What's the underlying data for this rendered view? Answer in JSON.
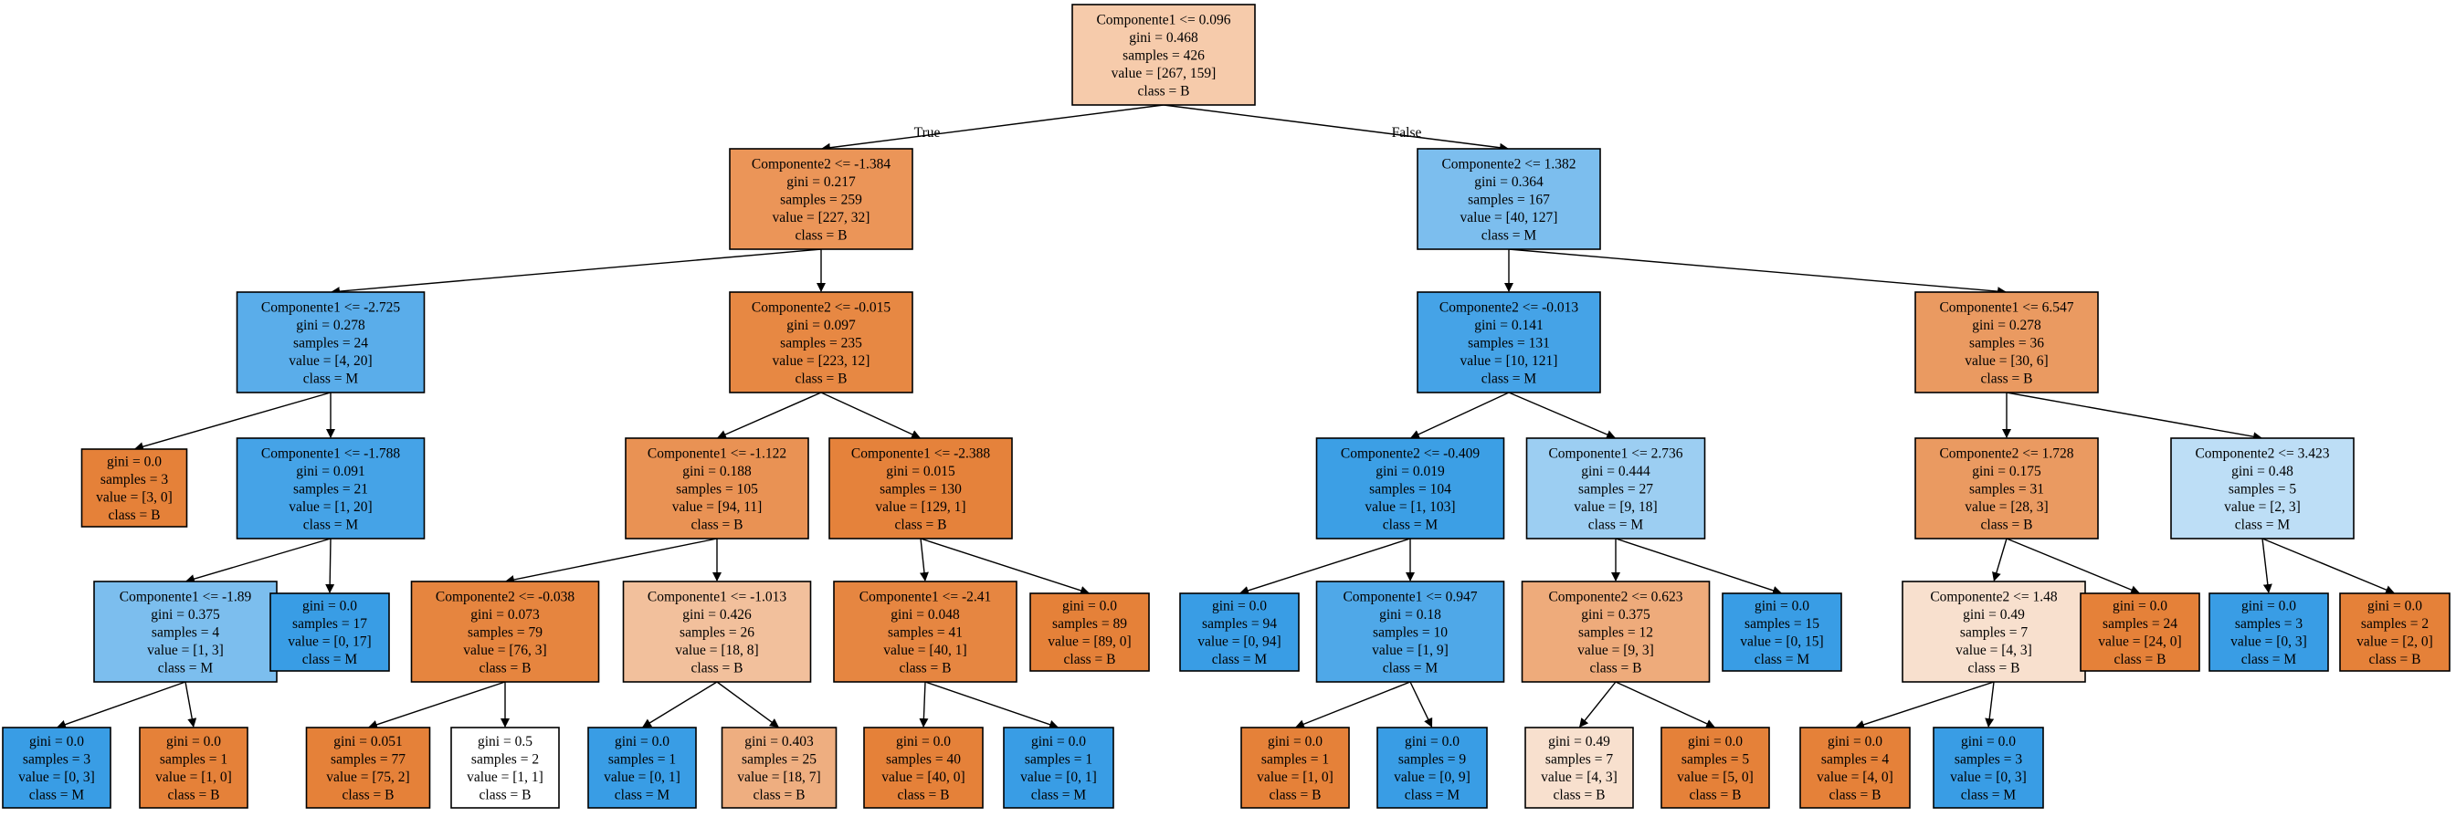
{
  "tree": {
    "edge_labels": {
      "true_label": "True",
      "false_label": "False"
    },
    "nodes": [
      {
        "id": "n0",
        "color": "#f6cbab",
        "lines": [
          "Componente1 <= 0.096",
          "gini = 0.468",
          "samples = 426",
          "value = [267, 159]",
          "class = B"
        ]
      },
      {
        "id": "n1",
        "color": "#eb9558",
        "lines": [
          "Componente2 <= -1.384",
          "gini = 0.217",
          "samples = 259",
          "value = [227, 32]",
          "class = B"
        ]
      },
      {
        "id": "n2",
        "color": "#7cbeee",
        "lines": [
          "Componente2 <= 1.382",
          "gini = 0.364",
          "samples = 167",
          "value = [40, 127]",
          "class = M"
        ]
      },
      {
        "id": "n3",
        "color": "#5aadea",
        "lines": [
          "Componente1 <= -2.725",
          "gini = 0.278",
          "samples = 24",
          "value = [4, 20]",
          "class = M"
        ]
      },
      {
        "id": "n4",
        "color": "#e78843",
        "lines": [
          "Componente2 <= -0.015",
          "gini = 0.097",
          "samples = 235",
          "value = [223, 12]",
          "class = B"
        ]
      },
      {
        "id": "n5",
        "color": "#45a3e7",
        "lines": [
          "Componente2 <= -0.013",
          "gini = 0.141",
          "samples = 131",
          "value = [10, 121]",
          "class = M"
        ]
      },
      {
        "id": "n6",
        "color": "#ea9a61",
        "lines": [
          "Componente1 <= 6.547",
          "gini = 0.278",
          "samples = 36",
          "value = [30, 6]",
          "class = B"
        ]
      },
      {
        "id": "n7",
        "color": "#e58139",
        "lines": [
          "gini = 0.0",
          "samples = 3",
          "value = [3, 0]",
          "class = B"
        ]
      },
      {
        "id": "n8",
        "color": "#45a3e7",
        "lines": [
          "Componente1 <= -1.788",
          "gini = 0.091",
          "samples = 21",
          "value = [1, 20]",
          "class = M"
        ]
      },
      {
        "id": "n9",
        "color": "#e99254",
        "lines": [
          "Componente1 <= -1.122",
          "gini = 0.188",
          "samples = 105",
          "value = [94, 11]",
          "class = B"
        ]
      },
      {
        "id": "n10",
        "color": "#e5823b",
        "lines": [
          "Componente1 <= -2.388",
          "gini = 0.015",
          "samples = 130",
          "value = [129, 1]",
          "class = B"
        ]
      },
      {
        "id": "n11",
        "color": "#3c9fe5",
        "lines": [
          "Componente2 <= -0.409",
          "gini = 0.019",
          "samples = 104",
          "value = [1, 103]",
          "class = M"
        ]
      },
      {
        "id": "n12",
        "color": "#9ccef2",
        "lines": [
          "Componente1 <= 2.736",
          "gini = 0.444",
          "samples = 27",
          "value = [9, 18]",
          "class = M"
        ]
      },
      {
        "id": "n13",
        "color": "#ea9a61",
        "lines": [
          "Componente2 <= 1.728",
          "gini = 0.175",
          "samples = 31",
          "value = [28, 3]",
          "class = B"
        ]
      },
      {
        "id": "n14",
        "color": "#bddef6",
        "lines": [
          "Componente2 <= 3.423",
          "gini = 0.48",
          "samples = 5",
          "value = [2, 3]",
          "class = M"
        ]
      },
      {
        "id": "n15",
        "color": "#7cbeee",
        "lines": [
          "Componente1 <= -1.89",
          "gini = 0.375",
          "samples = 4",
          "value = [1, 3]",
          "class = M"
        ]
      },
      {
        "id": "n16",
        "color": "#399de5",
        "lines": [
          "gini = 0.0",
          "samples = 17",
          "value = [0, 17]",
          "class = M"
        ]
      },
      {
        "id": "n17",
        "color": "#e6853f",
        "lines": [
          "Componente2 <= -0.038",
          "gini = 0.073",
          "samples = 79",
          "value = [76, 3]",
          "class = B"
        ]
      },
      {
        "id": "n18",
        "color": "#f2c09c",
        "lines": [
          "Componente1 <= -1.013",
          "gini = 0.426",
          "samples = 26",
          "value = [18, 8]",
          "class = B"
        ]
      },
      {
        "id": "n19",
        "color": "#e68641",
        "lines": [
          "Componente1 <= -2.41",
          "gini = 0.048",
          "samples = 41",
          "value = [40, 1]",
          "class = B"
        ]
      },
      {
        "id": "n20",
        "color": "#e58139",
        "lines": [
          "gini = 0.0",
          "samples = 89",
          "value = [89, 0]",
          "class = B"
        ]
      },
      {
        "id": "n21",
        "color": "#399de5",
        "lines": [
          "gini = 0.0",
          "samples = 94",
          "value = [0, 94]",
          "class = M"
        ]
      },
      {
        "id": "n22",
        "color": "#4fa8e8",
        "lines": [
          "Componente1 <= 0.947",
          "gini = 0.18",
          "samples = 10",
          "value = [1, 9]",
          "class = M"
        ]
      },
      {
        "id": "n23",
        "color": "#eeab7b",
        "lines": [
          "Componente2 <= 0.623",
          "gini = 0.375",
          "samples = 12",
          "value = [9, 3]",
          "class = B"
        ]
      },
      {
        "id": "n24",
        "color": "#399de5",
        "lines": [
          "gini = 0.0",
          "samples = 15",
          "value = [0, 15]",
          "class = M"
        ]
      },
      {
        "id": "n25",
        "color": "#f8e0ce",
        "lines": [
          "Componente2 <= 1.48",
          "gini = 0.49",
          "samples = 7",
          "value = [4, 3]",
          "class = B"
        ]
      },
      {
        "id": "n26",
        "color": "#e58139",
        "lines": [
          "gini = 0.0",
          "samples = 24",
          "value = [24, 0]",
          "class = B"
        ]
      },
      {
        "id": "n27",
        "color": "#399de5",
        "lines": [
          "gini = 0.0",
          "samples = 3",
          "value = [0, 3]",
          "class = M"
        ]
      },
      {
        "id": "n28",
        "color": "#e58139",
        "lines": [
          "gini = 0.0",
          "samples = 2",
          "value = [2, 0]",
          "class = B"
        ]
      },
      {
        "id": "n29",
        "color": "#399de5",
        "lines": [
          "gini = 0.0",
          "samples = 3",
          "value = [0, 3]",
          "class = M"
        ]
      },
      {
        "id": "n30",
        "color": "#e58139",
        "lines": [
          "gini = 0.0",
          "samples = 1",
          "value = [1, 0]",
          "class = B"
        ]
      },
      {
        "id": "n31",
        "color": "#e58139",
        "lines": [
          "gini = 0.051",
          "samples = 77",
          "value = [75, 2]",
          "class = B"
        ]
      },
      {
        "id": "n32",
        "color": "#ffffff",
        "lines": [
          "gini = 0.5",
          "samples = 2",
          "value = [1, 1]",
          "class = B"
        ]
      },
      {
        "id": "n33",
        "color": "#399de5",
        "lines": [
          "gini = 0.0",
          "samples = 1",
          "value = [0, 1]",
          "class = M"
        ]
      },
      {
        "id": "n34",
        "color": "#eeae80",
        "lines": [
          "gini = 0.403",
          "samples = 25",
          "value = [18, 7]",
          "class = B"
        ]
      },
      {
        "id": "n35",
        "color": "#e58139",
        "lines": [
          "gini = 0.0",
          "samples = 40",
          "value = [40, 0]",
          "class = B"
        ]
      },
      {
        "id": "n36",
        "color": "#399de5",
        "lines": [
          "gini = 0.0",
          "samples = 1",
          "value = [0, 1]",
          "class = M"
        ]
      },
      {
        "id": "n37",
        "color": "#e58139",
        "lines": [
          "gini = 0.0",
          "samples = 1",
          "value = [1, 0]",
          "class = B"
        ]
      },
      {
        "id": "n38",
        "color": "#399de5",
        "lines": [
          "gini = 0.0",
          "samples = 9",
          "value = [0, 9]",
          "class = M"
        ]
      },
      {
        "id": "n39",
        "color": "#f8e0ce",
        "lines": [
          "gini = 0.49",
          "samples = 7",
          "value = [4, 3]",
          "class = B"
        ]
      },
      {
        "id": "n40",
        "color": "#e58139",
        "lines": [
          "gini = 0.0",
          "samples = 5",
          "value = [5, 0]",
          "class = B"
        ]
      },
      {
        "id": "n41",
        "color": "#e58139",
        "lines": [
          "gini = 0.0",
          "samples = 4",
          "value = [4, 0]",
          "class = B"
        ]
      },
      {
        "id": "n42",
        "color": "#399de5",
        "lines": [
          "gini = 0.0",
          "samples = 3",
          "value = [0, 3]",
          "class = M"
        ]
      }
    ],
    "edges": [
      [
        "n0",
        "n1"
      ],
      [
        "n0",
        "n2"
      ],
      [
        "n1",
        "n3"
      ],
      [
        "n1",
        "n4"
      ],
      [
        "n2",
        "n5"
      ],
      [
        "n2",
        "n6"
      ],
      [
        "n3",
        "n7"
      ],
      [
        "n3",
        "n8"
      ],
      [
        "n4",
        "n9"
      ],
      [
        "n4",
        "n10"
      ],
      [
        "n5",
        "n11"
      ],
      [
        "n5",
        "n12"
      ],
      [
        "n6",
        "n13"
      ],
      [
        "n6",
        "n14"
      ],
      [
        "n8",
        "n15"
      ],
      [
        "n8",
        "n16"
      ],
      [
        "n9",
        "n17"
      ],
      [
        "n9",
        "n18"
      ],
      [
        "n10",
        "n19"
      ],
      [
        "n10",
        "n20"
      ],
      [
        "n11",
        "n21"
      ],
      [
        "n11",
        "n22"
      ],
      [
        "n12",
        "n23"
      ],
      [
        "n12",
        "n24"
      ],
      [
        "n13",
        "n25"
      ],
      [
        "n13",
        "n26"
      ],
      [
        "n14",
        "n27"
      ],
      [
        "n14",
        "n28"
      ],
      [
        "n15",
        "n29"
      ],
      [
        "n15",
        "n30"
      ],
      [
        "n17",
        "n31"
      ],
      [
        "n17",
        "n32"
      ],
      [
        "n18",
        "n33"
      ],
      [
        "n18",
        "n34"
      ],
      [
        "n19",
        "n35"
      ],
      [
        "n19",
        "n36"
      ],
      [
        "n22",
        "n37"
      ],
      [
        "n22",
        "n38"
      ],
      [
        "n23",
        "n39"
      ],
      [
        "n23",
        "n40"
      ],
      [
        "n25",
        "n41"
      ],
      [
        "n25",
        "n42"
      ]
    ]
  }
}
